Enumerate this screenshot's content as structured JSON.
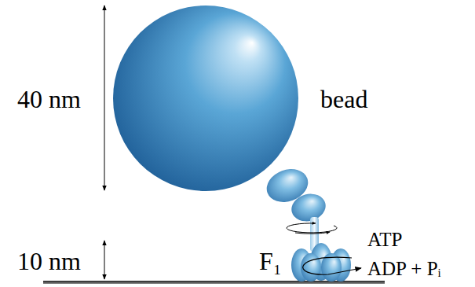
{
  "diagram": {
    "labels": [
      "40 nm",
      "bead",
      "10 nm",
      "F₁",
      "ATP",
      "ADP + Pᵢ"
    ]
  }
}
